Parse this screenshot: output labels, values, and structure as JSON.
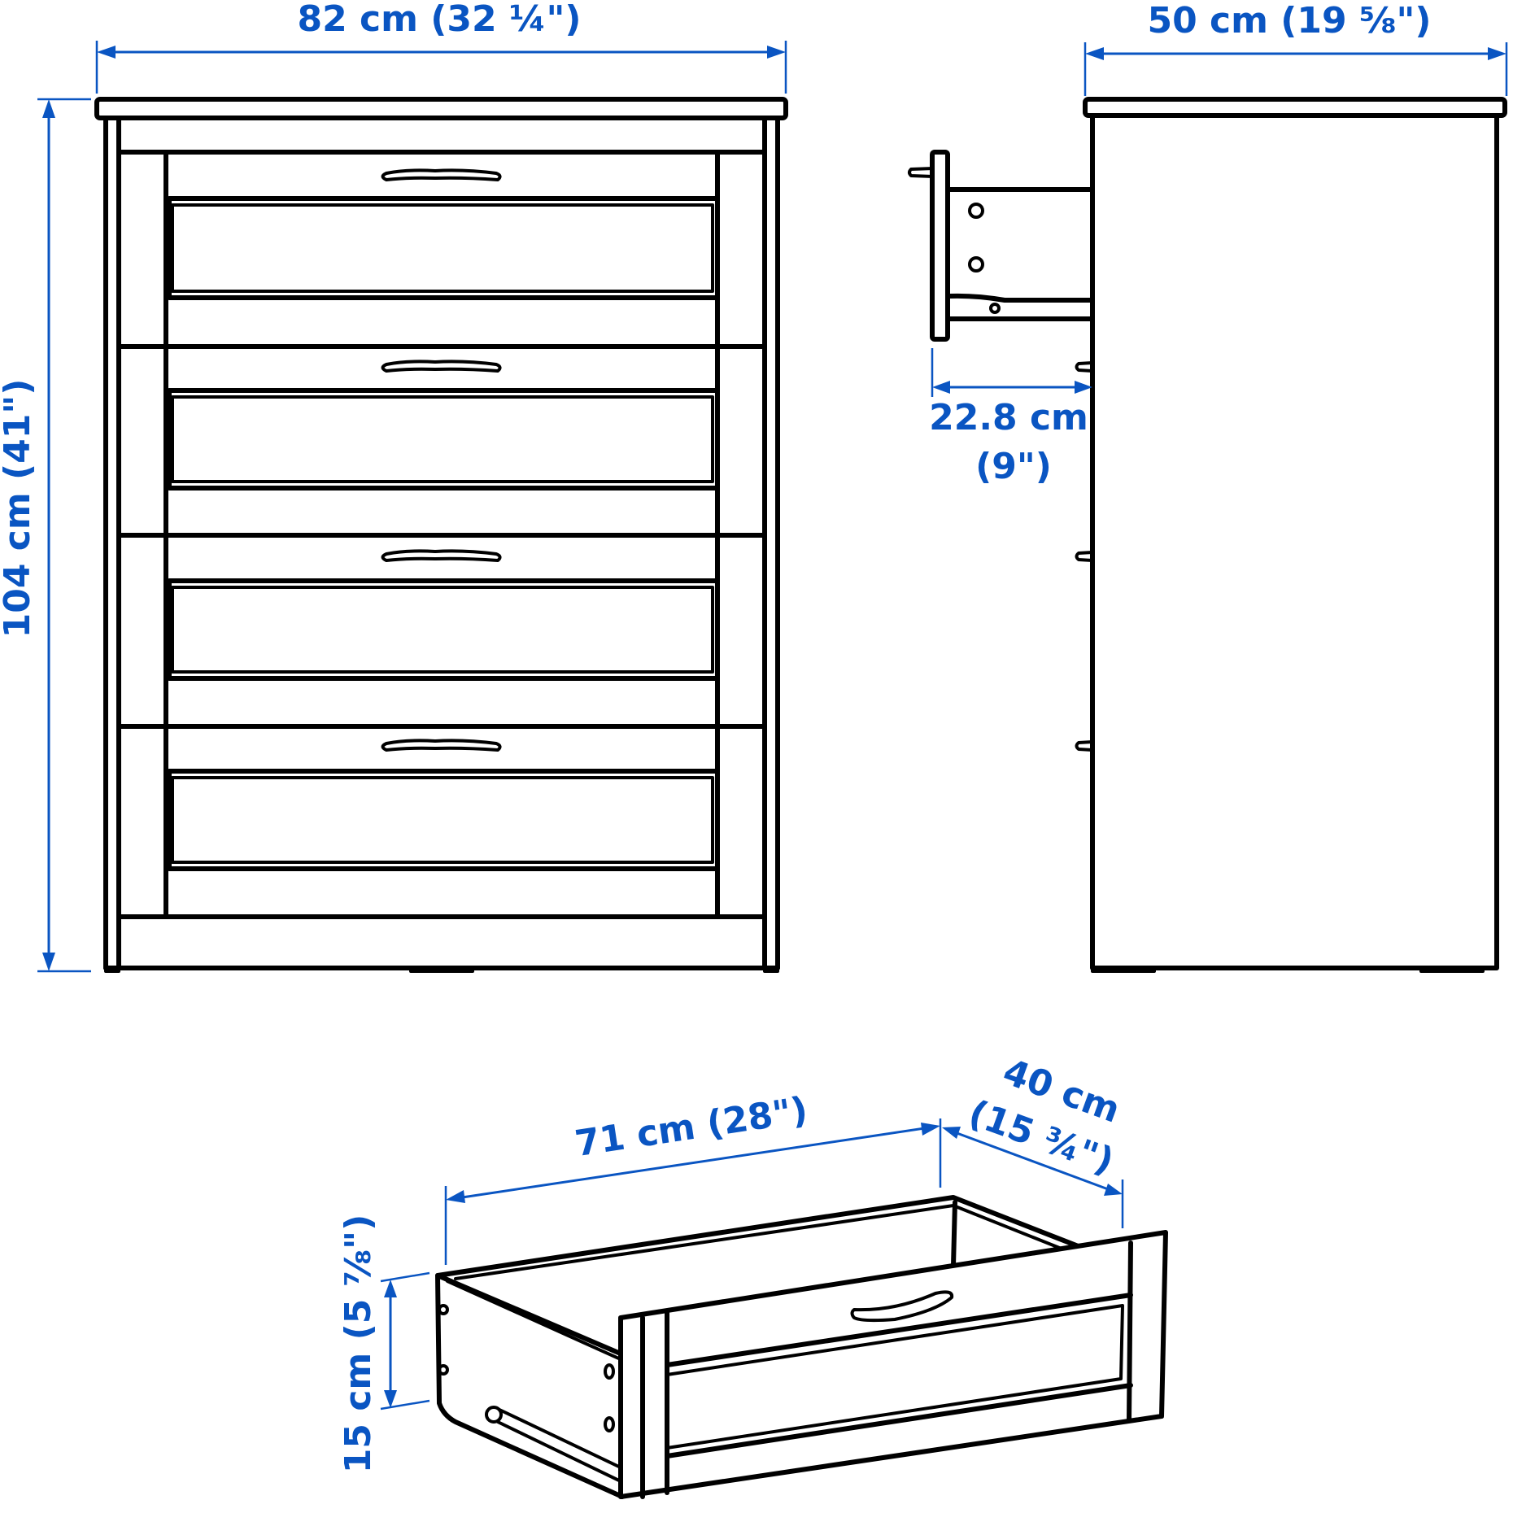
{
  "diagram": {
    "type": "furniture-dimension-drawing",
    "subject": "4-drawer chest",
    "colors": {
      "dimension": "#0a55c2",
      "outline": "#000000",
      "background": "#ffffff"
    }
  },
  "front_view": {
    "drawer_count": 4,
    "width_label": "82 cm (32 ¼\")",
    "height_label": "104 cm (41\")"
  },
  "side_view": {
    "depth_label": "50 cm (19 ⅝\")",
    "drawer_extension_label_line1": "22.8 cm",
    "drawer_extension_label_line2": "(9\")"
  },
  "drawer_view": {
    "width_label": "71 cm (28\")",
    "depth_label_line1": "40 cm",
    "depth_label_line2": "(15 ¾\")",
    "height_label": "15 cm (5 ⅞\")"
  }
}
